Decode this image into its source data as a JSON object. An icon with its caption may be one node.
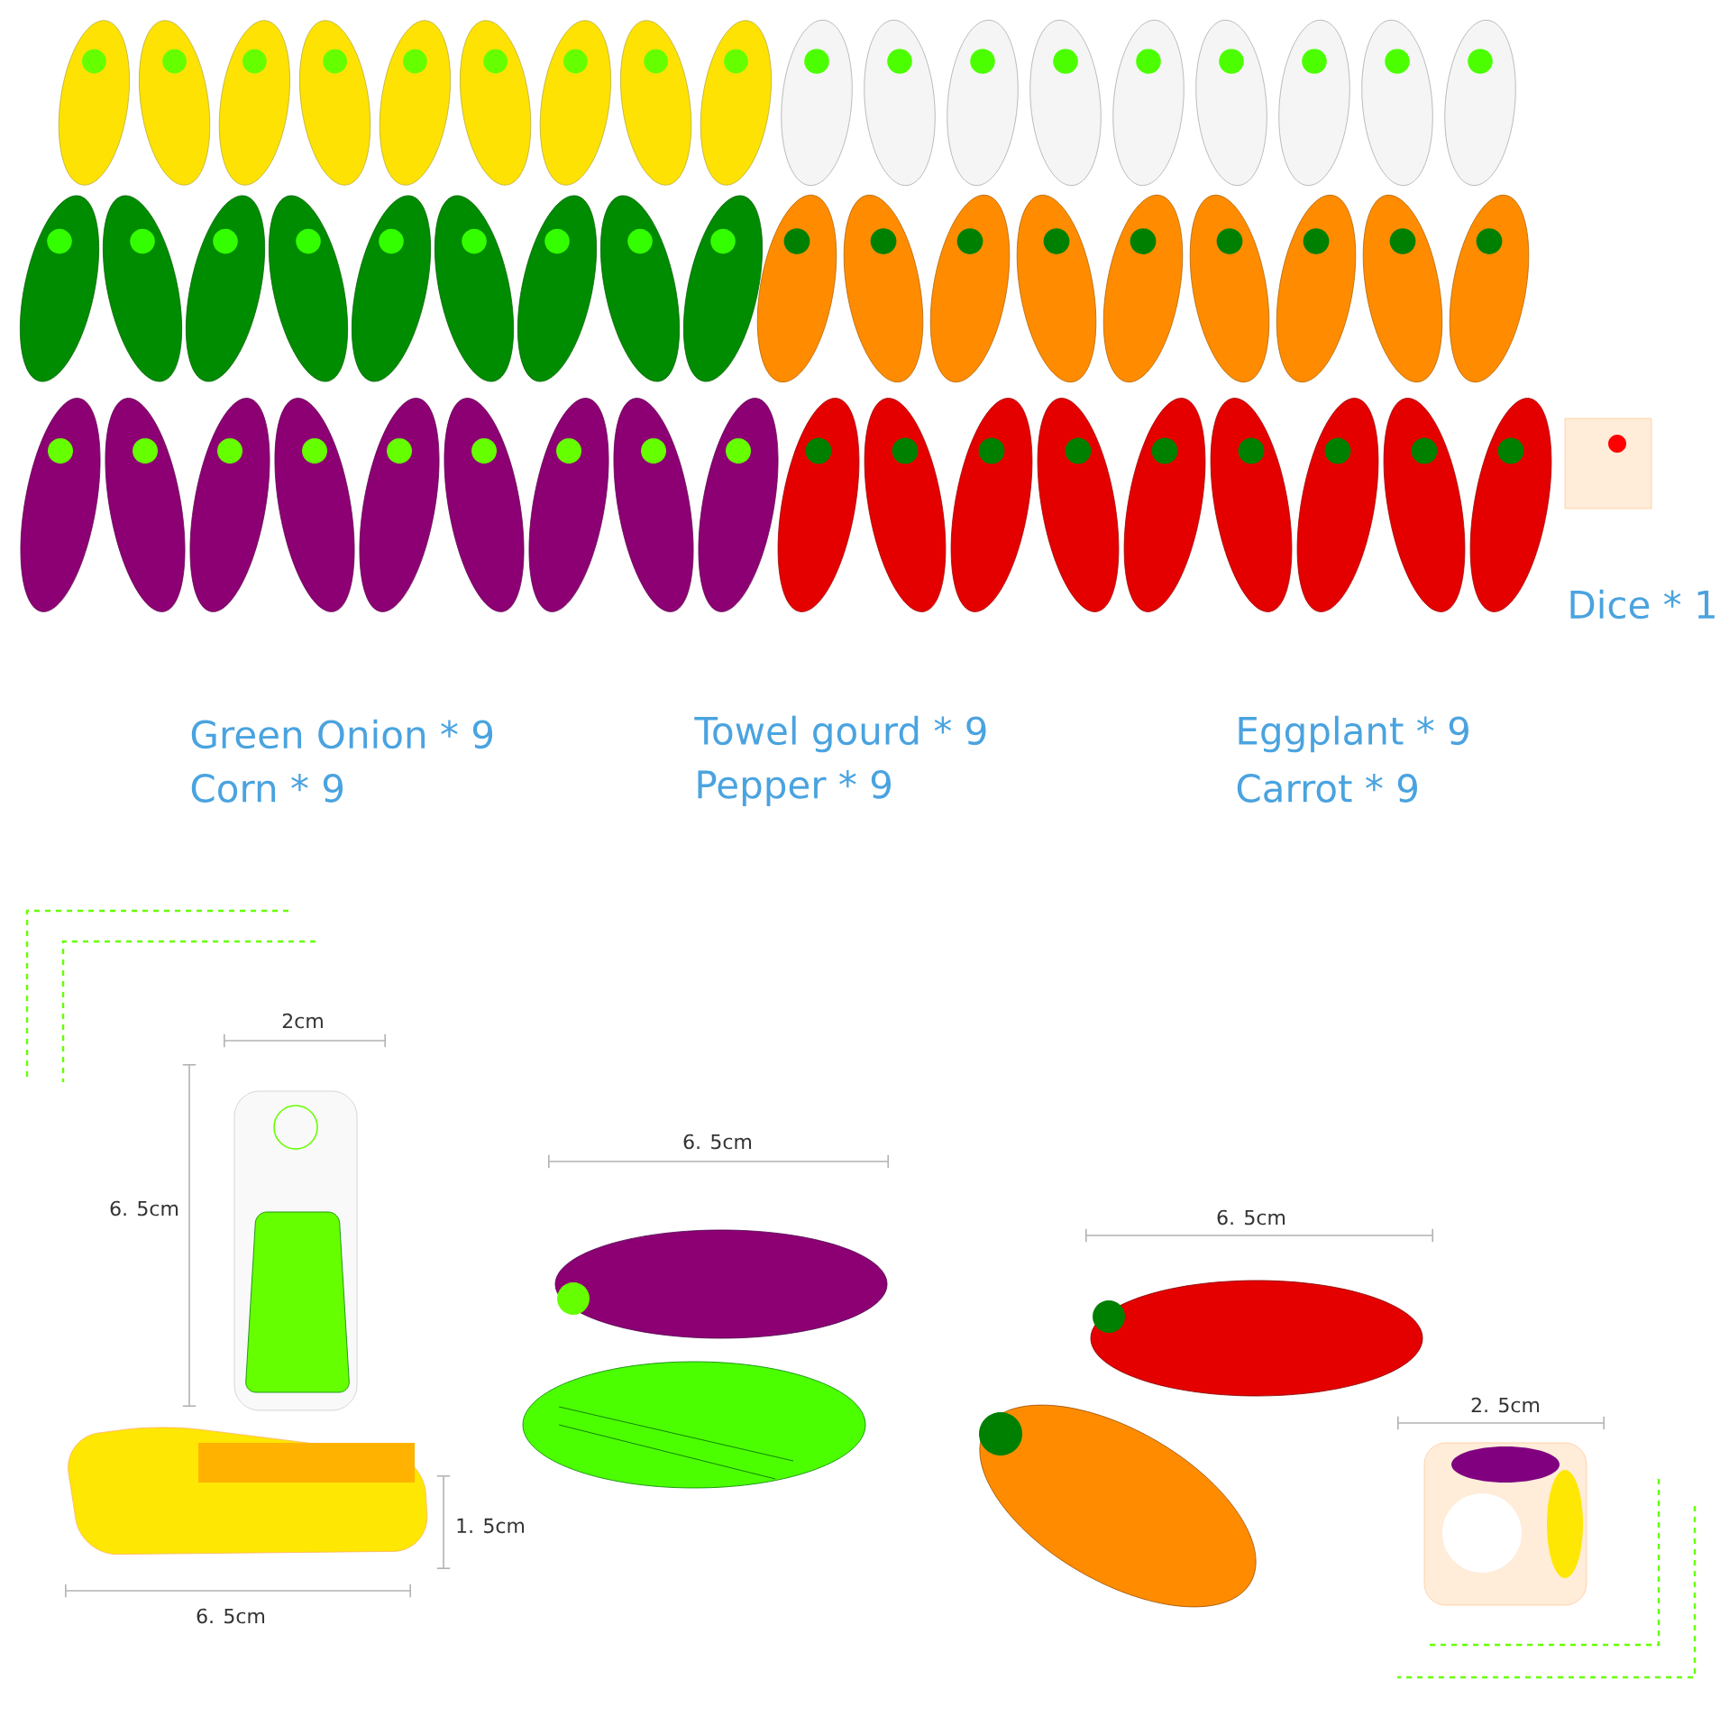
{
  "diagram": {
    "labels": [
      "Dice * 1",
      "Green Onion * 9",
      "Corn * 9",
      "Towel gourd * 9",
      "Pepper * 9",
      "Eggplant * 9",
      "Carrot * 9",
      "2cm",
      "6. 5cm",
      "1. 5cm",
      "6. 5cm",
      "6. 5cm",
      "6. 5cm",
      "2. 5cm"
    ]
  }
}
